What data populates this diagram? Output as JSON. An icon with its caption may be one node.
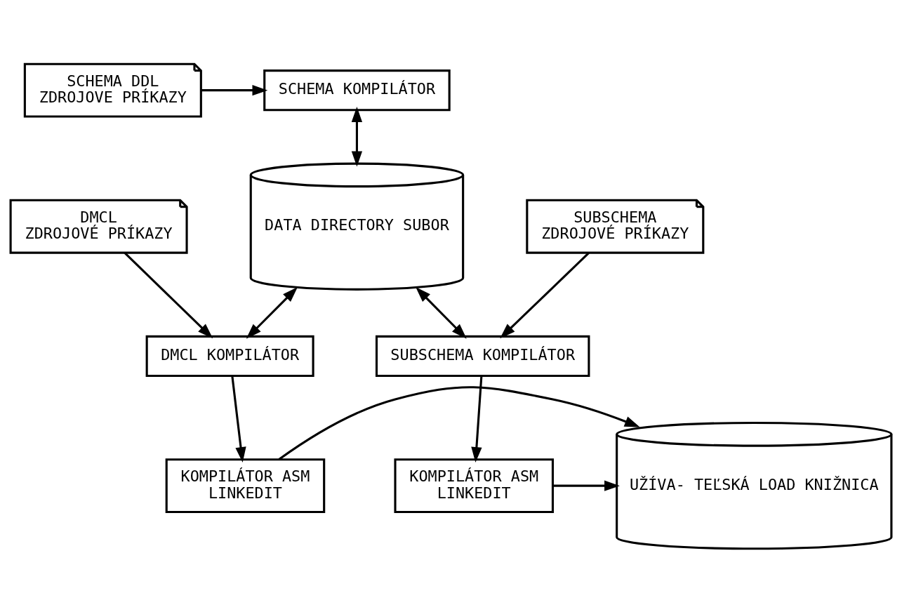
{
  "diagram": {
    "nodes": [
      {
        "text": [
          "SCHEMA DDL",
          "ZDROJOVE PRÍKAZY"
        ]
      },
      {
        "text": [
          "SCHEMA KOMPILÁTOR"
        ]
      },
      {
        "text": [
          "DATA DIRECTORY SUBOR"
        ]
      },
      {
        "text": [
          "DMCL",
          "ZDROJOVÉ PRÍKAZY"
        ]
      },
      {
        "text": [
          "SUBSCHEMA",
          "ZDROJOVÉ PRÍKAZY"
        ]
      },
      {
        "text": [
          "DMCL KOMPILÁTOR"
        ]
      },
      {
        "text": [
          "SUBSCHEMA KOMPILÁTOR"
        ]
      },
      {
        "text": [
          "KOMPILÁTOR ASM",
          "LINKEDIT"
        ]
      },
      {
        "text": [
          "UŽÍVA- TEĽSKÁ LOAD KNIŽNICA"
        ]
      },
      {
        "text": [
          "KOMPILÁTOR ASM",
          "LINKEDIT"
        ]
      }
    ],
    "edges": [
      {
        "from": 0,
        "to": 1,
        "arrow": "to"
      },
      {
        "from": 1,
        "to": 2,
        "arrow": "both"
      },
      {
        "from": 3,
        "to": 5,
        "arrow": "to"
      },
      {
        "from": 4,
        "to": 6,
        "arrow": "to"
      },
      {
        "from": 2,
        "to": 5,
        "arrow": "both"
      },
      {
        "from": 2,
        "to": 6,
        "arrow": "both"
      },
      {
        "from": 5,
        "to": 7,
        "arrow": "to"
      },
      {
        "from": 6,
        "to": 9,
        "arrow": "to"
      },
      {
        "from": 7,
        "to": 8,
        "arrow": "to"
      },
      {
        "from": 9,
        "to": 8,
        "arrow": "to"
      }
    ]
  }
}
